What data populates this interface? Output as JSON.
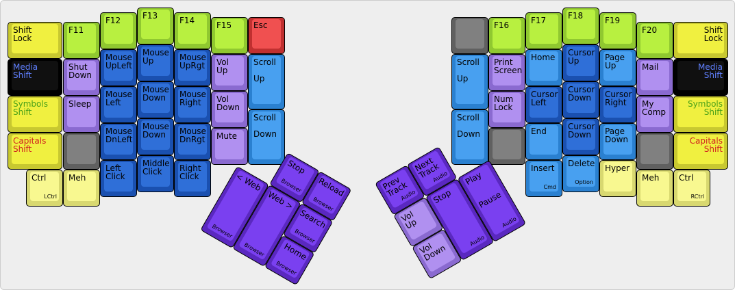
{
  "colors": {
    "yellow": "#f0f040",
    "lime": "#b8f040",
    "red": "#f04848",
    "black": "#101010",
    "lavender": "#b090f0",
    "gray": "#808080",
    "paleyellow": "#f8f890",
    "blue": "#2f6fd8",
    "lightblue": "#48a0f0",
    "purple": "#7a40f0",
    "blueText": "#6080ff",
    "greenText": "#48a018",
    "redText": "#d02020"
  },
  "left": {
    "shift_lock": "Shift\nLock",
    "media_shift": "Media\nShift",
    "symbols_shift": "Symbols\nShift",
    "capitals_shift": "Capitals\nShift",
    "ctrl": "Ctrl",
    "ctrl_sub": "LCtrl",
    "f11": "F11",
    "shut_down": "Shut\nDown",
    "sleep": "Sleep",
    "meh": "Meh",
    "f12": "F12",
    "mouse_upleft": "Mouse\nUpLeft",
    "mouse_left": "Mouse\nLeft",
    "mouse_dnleft": "Mouse\nDnLeft",
    "left_click": "Left\nClick",
    "f13": "F13",
    "mouse_up": "Mouse\nUp",
    "mouse_down1": "Mouse\nDown",
    "mouse_down2": "Mouse\nDown",
    "middle_click": "Middle\nClick",
    "f14": "F14",
    "mouse_uprgt": "Mouse\nUpRgt",
    "mouse_right": "Mouse\nRight",
    "mouse_dnrgt": "Mouse\nDnRgt",
    "right_click": "Right\nClick",
    "f15": "F15",
    "vol_up": "Vol\nUp",
    "vol_down": "Vol\nDown",
    "mute": "Mute",
    "esc": "Esc",
    "scroll_up": "Scroll\n\nUp",
    "scroll_down": "Scroll\n\nDown"
  },
  "left_thumb": {
    "stop": "Stop",
    "stop_sub": "Browser",
    "reload": "Reload",
    "reload_sub": "Browser",
    "search": "Search",
    "search_sub": "Browser",
    "web_back": "< Web",
    "web_back_sub": "Browser",
    "web_fwd": "Web >",
    "web_fwd_sub": "Browser",
    "home": "Home",
    "home_sub": "Browser"
  },
  "right": {
    "scroll_up": "Scroll\n\nUp",
    "scroll_down": "Scroll\n\nDown",
    "f16": "F16",
    "print_screen": "Print\nScreen",
    "num_lock": "Num\nLock",
    "f17": "F17",
    "home": "Home",
    "cursor_left": "Cursor\nLeft",
    "end": "End",
    "insert": "Insert",
    "insert_sub": "Cmd",
    "f18": "F18",
    "cursor_up": "Cursor\nUp",
    "cursor_down1": "Cursor\nDown",
    "cursor_down2": "Cursor\nDown",
    "delete": "Delete",
    "delete_sub": "Option",
    "f19": "F19",
    "page_up": "Page\nUp",
    "cursor_right": "Cursor\nRight",
    "page_down": "Page\nDown",
    "hyper": "Hyper",
    "f20": "F20",
    "mail": "Mail",
    "my_comp": "My\nComp",
    "meh": "Meh",
    "shift_lock": "Shift\nLock",
    "media_shift": "Media\nShift",
    "symbols_shift": "Symbols\nShift",
    "capitals_shift": "Capitals\nShift",
    "ctrl": "Ctrl",
    "ctrl_sub": "RCtrl"
  },
  "right_thumb": {
    "prev_track": "Prev\nTrack",
    "prev_track_sub": "Audio",
    "next_track": "Next\nTrack",
    "next_track_sub": "Audio",
    "vol_up": "Vol\nUp",
    "vol_down": "Vol\nDown",
    "stop": "Stop",
    "play_pause": "Play\n\n\nPause",
    "play_pause_sub": "Audio",
    "stop_sub": "Audio"
  }
}
